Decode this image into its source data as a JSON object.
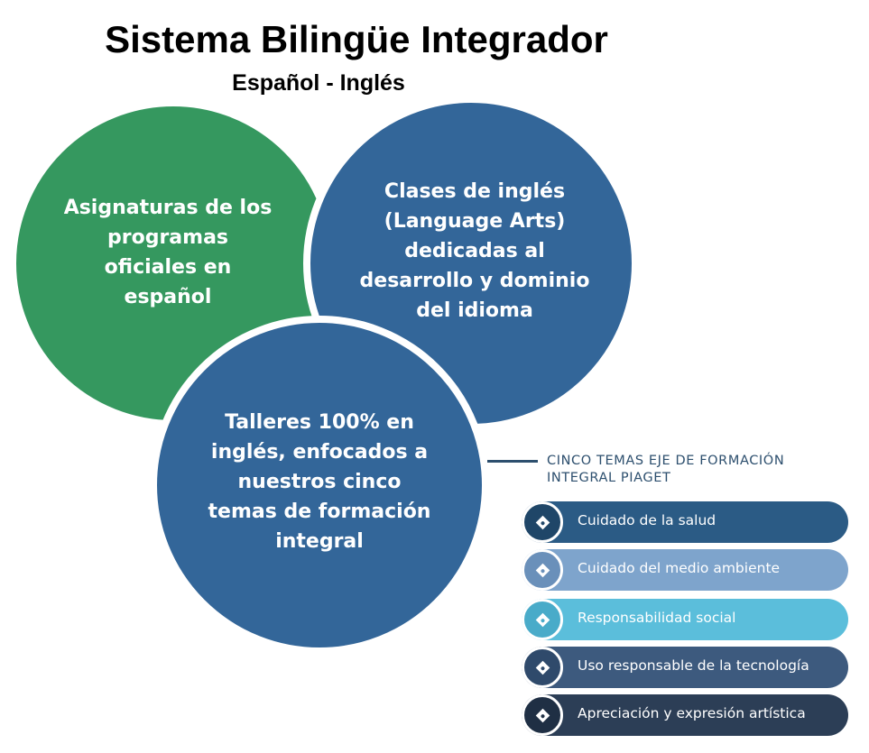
{
  "title": "Sistema Bilingüe Integrador",
  "subtitle": "Español - Inglés",
  "circles": [
    {
      "text": "Asignaturas de los programas oficiales en español",
      "color": "#35985f"
    },
    {
      "text": "Clases de inglés (Language Arts) dedicadas al desarrollo y dominio del idioma",
      "color": "#336699"
    },
    {
      "text": "Talleres 100% en inglés, enfocados a nuestros cinco temas de formación integral",
      "color": "#336699"
    }
  ],
  "themes": {
    "heading": "CINCO TEMAS EJE DE FORMACIÓN INTEGRAL PIAGET",
    "items": [
      {
        "label": "Cuidado de la salud",
        "color": "#2b5b85",
        "knob": "#1f4668"
      },
      {
        "label": "Cuidado del medio ambiente",
        "color": "#7ea4cc",
        "knob": "#6a90ba"
      },
      {
        "label": "Responsabilidad social",
        "color": "#5bbedb",
        "knob": "#49abc9"
      },
      {
        "label": "Uso responsable de la tecnología",
        "color": "#3d5a7e",
        "knob": "#2f4a6b"
      },
      {
        "label": "Apreciación y expresión artística",
        "color": "#2c3e56",
        "knob": "#1f2f44"
      }
    ],
    "icon": "diamond-icon"
  }
}
